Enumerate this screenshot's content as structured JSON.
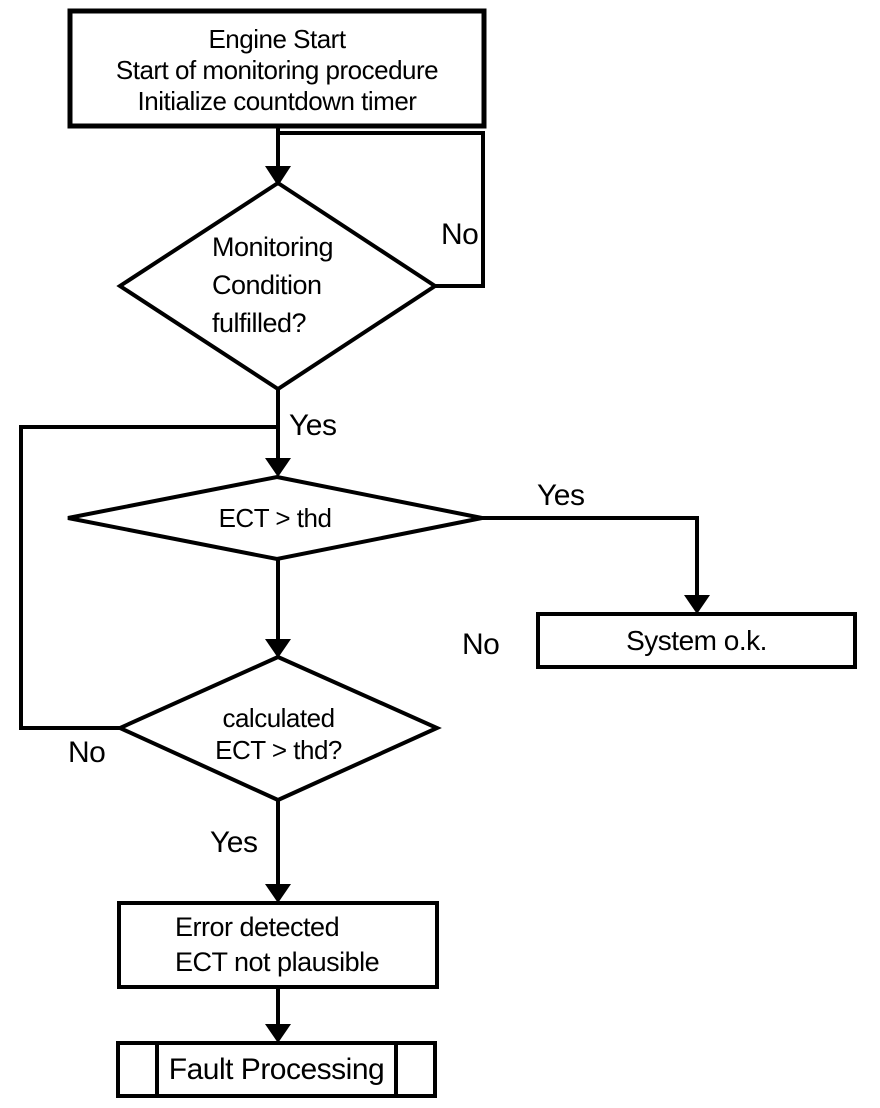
{
  "background": "#ffffff",
  "line_color": "#000000",
  "nodes": {
    "engine_start": {
      "type": "process",
      "lines": [
        "Engine Start",
        "Start of monitoring procedure",
        "Initialize countdown timer"
      ]
    },
    "monitoring_condition": {
      "type": "decision",
      "lines": [
        "Monitoring",
        "Condition",
        "fulfilled?"
      ]
    },
    "ect_threshold": {
      "type": "decision",
      "label": "ECT > thd"
    },
    "system_ok": {
      "type": "process",
      "label": "System o.k."
    },
    "calculated_ect": {
      "type": "decision",
      "lines": [
        "calculated",
        "ECT > thd?"
      ]
    },
    "error_detected": {
      "type": "process",
      "lines": [
        "Error detected",
        "ECT not plausible"
      ]
    },
    "fault_processing": {
      "type": "predefined-process",
      "label": "Fault Processing"
    }
  },
  "edge_labels": {
    "monitoring_no": "No",
    "monitoring_yes": "Yes",
    "ect_yes": "Yes",
    "ect_no": "No",
    "calculated_no": "No",
    "calculated_yes": "Yes"
  }
}
